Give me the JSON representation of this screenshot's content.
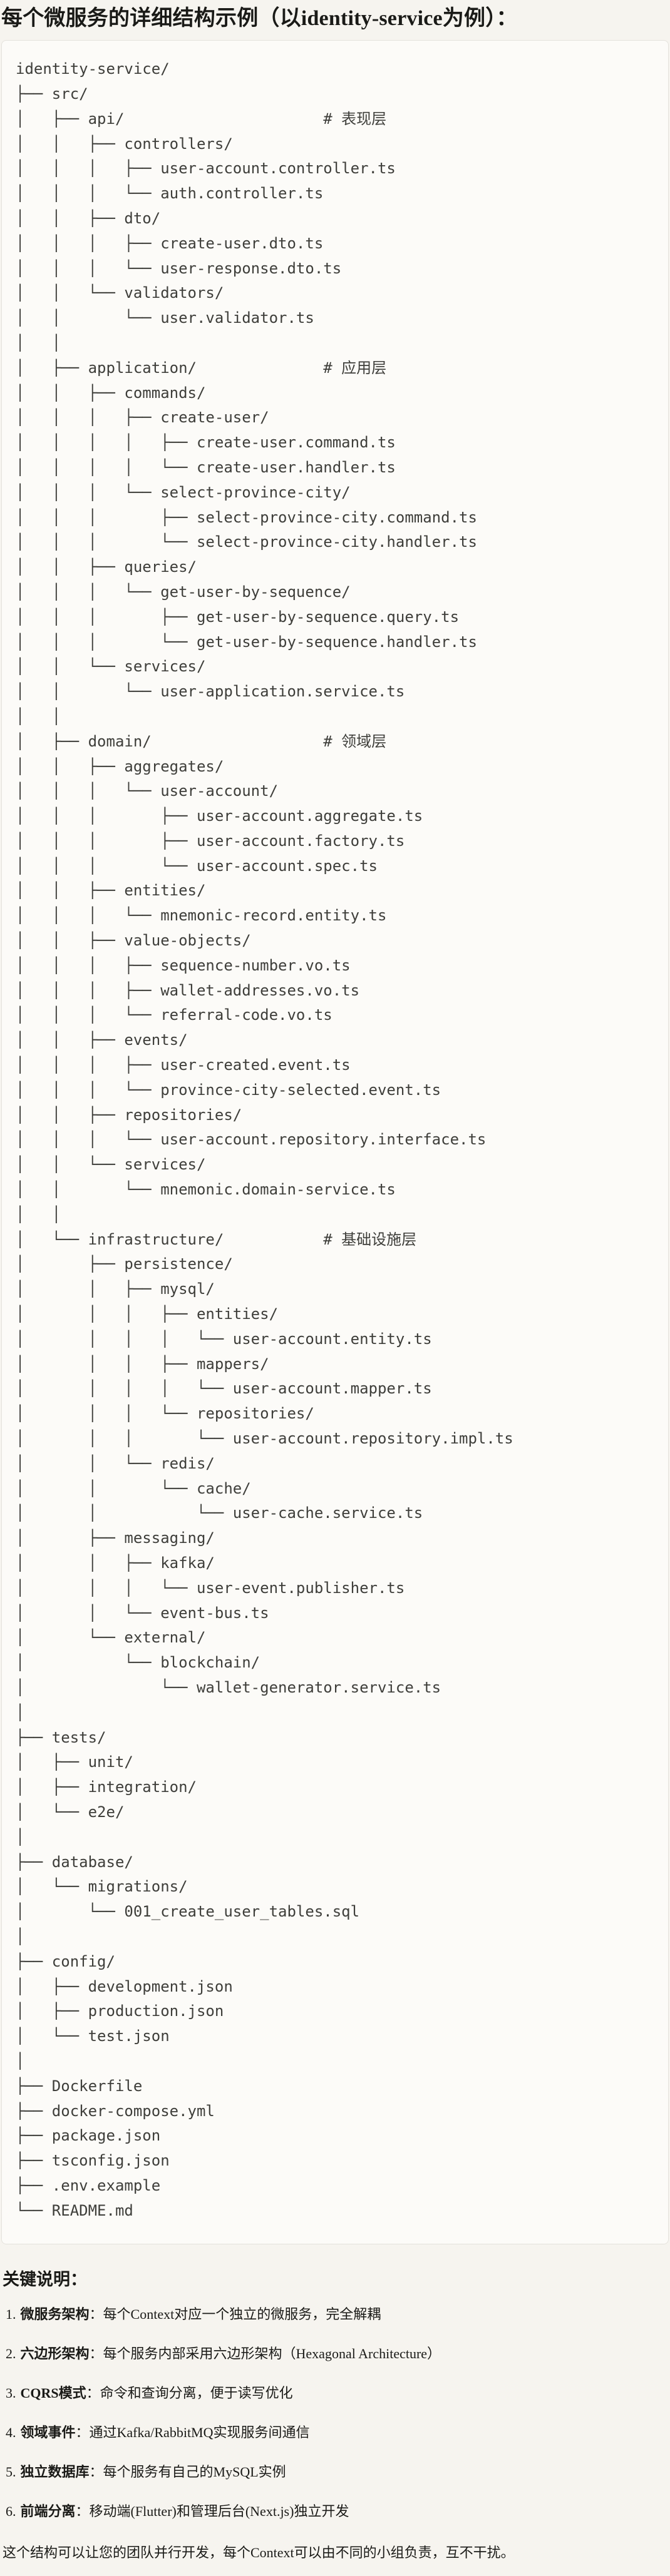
{
  "title": "每个微服务的详细结构示例（以identity-service为例）：",
  "colors": {
    "page_bg": "#f6f4ef",
    "code_bg": "#fcfbf8",
    "code_border": "#e4e2dc",
    "code_text": "#3e3e3a",
    "body_text": "#1a1a17"
  },
  "code_block": {
    "lines": [
      "identity-service/",
      "├── src/",
      "│   ├── api/                      # 表现层",
      "│   │   ├── controllers/",
      "│   │   │   ├── user-account.controller.ts",
      "│   │   │   └── auth.controller.ts",
      "│   │   ├── dto/",
      "│   │   │   ├── create-user.dto.ts",
      "│   │   │   └── user-response.dto.ts",
      "│   │   └── validators/",
      "│   │       └── user.validator.ts",
      "│   │",
      "│   ├── application/              # 应用层",
      "│   │   ├── commands/",
      "│   │   │   ├── create-user/",
      "│   │   │   │   ├── create-user.command.ts",
      "│   │   │   │   └── create-user.handler.ts",
      "│   │   │   └── select-province-city/",
      "│   │   │       ├── select-province-city.command.ts",
      "│   │   │       └── select-province-city.handler.ts",
      "│   │   ├── queries/",
      "│   │   │   └── get-user-by-sequence/",
      "│   │   │       ├── get-user-by-sequence.query.ts",
      "│   │   │       └── get-user-by-sequence.handler.ts",
      "│   │   └── services/",
      "│   │       └── user-application.service.ts",
      "│   │",
      "│   ├── domain/                   # 领域层",
      "│   │   ├── aggregates/",
      "│   │   │   └── user-account/",
      "│   │   │       ├── user-account.aggregate.ts",
      "│   │   │       ├── user-account.factory.ts",
      "│   │   │       └── user-account.spec.ts",
      "│   │   ├── entities/",
      "│   │   │   └── mnemonic-record.entity.ts",
      "│   │   ├── value-objects/",
      "│   │   │   ├── sequence-number.vo.ts",
      "│   │   │   ├── wallet-addresses.vo.ts",
      "│   │   │   └── referral-code.vo.ts",
      "│   │   ├── events/",
      "│   │   │   ├── user-created.event.ts",
      "│   │   │   └── province-city-selected.event.ts",
      "│   │   ├── repositories/",
      "│   │   │   └── user-account.repository.interface.ts",
      "│   │   └── services/",
      "│   │       └── mnemonic.domain-service.ts",
      "│   │",
      "│   └── infrastructure/           # 基础设施层",
      "│       ├── persistence/",
      "│       │   ├── mysql/",
      "│       │   │   ├── entities/",
      "│       │   │   │   └── user-account.entity.ts",
      "│       │   │   ├── mappers/",
      "│       │   │   │   └── user-account.mapper.ts",
      "│       │   │   └── repositories/",
      "│       │   │       └── user-account.repository.impl.ts",
      "│       │   └── redis/",
      "│       │       └── cache/",
      "│       │           └── user-cache.service.ts",
      "│       ├── messaging/",
      "│       │   ├── kafka/",
      "│       │   │   └── user-event.publisher.ts",
      "│       │   └── event-bus.ts",
      "│       └── external/",
      "│           └── blockchain/",
      "│               └── wallet-generator.service.ts",
      "│",
      "├── tests/",
      "│   ├── unit/",
      "│   ├── integration/",
      "│   └── e2e/",
      "│",
      "├── database/",
      "│   └── migrations/",
      "│       └── 001_create_user_tables.sql",
      "│",
      "├── config/",
      "│   ├── development.json",
      "│   ├── production.json",
      "│   └── test.json",
      "│",
      "├── Dockerfile",
      "├── docker-compose.yml",
      "├── package.json",
      "├── tsconfig.json",
      "├── .env.example",
      "└── README.md"
    ]
  },
  "notes": {
    "heading": "关键说明：",
    "items": [
      {
        "num": "1.",
        "label": "微服务架构",
        "sep": "：",
        "text": "每个Context对应一个独立的微服务，完全解耦"
      },
      {
        "num": "2.",
        "label": "六边形架构",
        "sep": "：",
        "text": "每个服务内部采用六边形架构（Hexagonal Architecture）"
      },
      {
        "num": "3.",
        "label": "CQRS模式",
        "sep": "：",
        "text": "命令和查询分离，便于读写优化"
      },
      {
        "num": "4.",
        "label": "领域事件",
        "sep": "：",
        "text": "通过Kafka/RabbitMQ实现服务间通信"
      },
      {
        "num": "5.",
        "label": "独立数据库",
        "sep": "：",
        "text": "每个服务有自己的MySQL实例"
      },
      {
        "num": "6.",
        "label": "前端分离",
        "sep": "：",
        "text": "移动端(Flutter)和管理后台(Next.js)独立开发"
      }
    ],
    "footer": "这个结构可以让您的团队并行开发，每个Context可以由不同的小组负责，互不干扰。"
  }
}
